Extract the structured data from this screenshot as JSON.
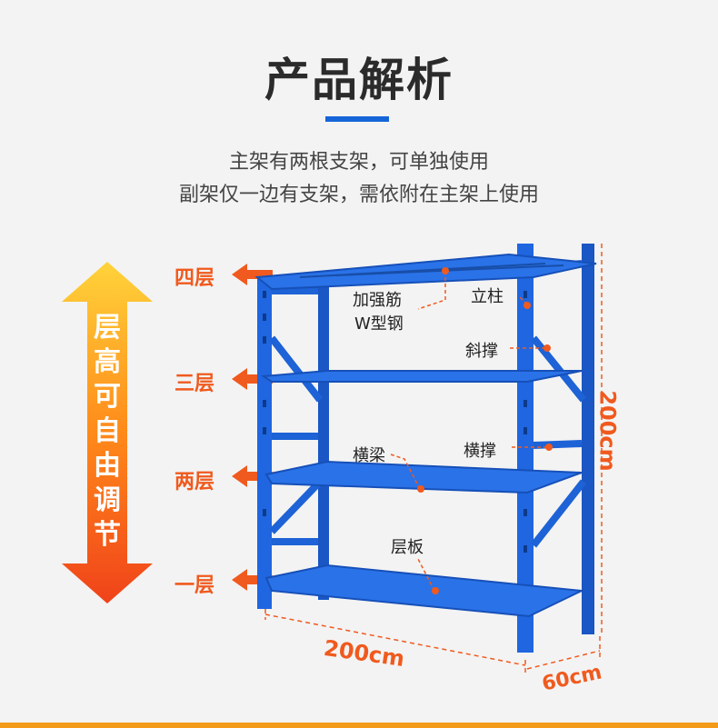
{
  "title": "产品解析",
  "subtitle_lines": [
    "主架有两根支架，可单独使用",
    "副架仅一边有支架，需依附在主架上使用"
  ],
  "levels": [
    "四层",
    "三层",
    "两层",
    "一层"
  ],
  "adjustable_label_chars": [
    "层",
    "高",
    "可",
    "自",
    "由",
    "调",
    "节"
  ],
  "parts": {
    "reinforcement": "加强筋",
    "w_steel": "W型钢",
    "upright": "立柱",
    "diagonal_brace": "斜撑",
    "horizontal_brace": "横撑",
    "beam": "横梁",
    "shelf_board": "层板"
  },
  "dimensions": {
    "width": "200cm",
    "height": "200cm",
    "depth": "60cm"
  },
  "colors": {
    "accent_orange": "#f05a1e",
    "shelf_blue": "#1d62d6",
    "title_bar_blue": "#1565d8"
  }
}
